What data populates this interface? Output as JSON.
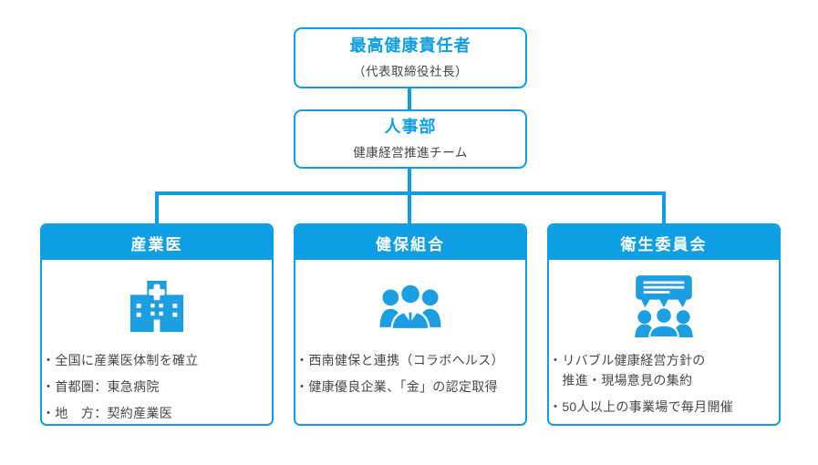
{
  "palette": {
    "accent_blue": "#0d9ee4",
    "icon_blue": "#1b9fe2",
    "body_text": "#474747",
    "background": "#ffffff"
  },
  "ui": {
    "bullet_char": "・"
  },
  "org": {
    "top": {
      "title": "最高健康責任者",
      "subtitle": "（代表取締役社長）"
    },
    "middle": {
      "title": "人事部",
      "subtitle": "健康経営推進チーム"
    },
    "branches": [
      {
        "header": "産業医",
        "icon": "hospital-icon",
        "bullets": [
          [
            "全国に産業医体制を確立"
          ],
          [
            "首都圏：東急病院"
          ],
          [
            "地　方：契約産業医"
          ]
        ]
      },
      {
        "header": "健保組合",
        "icon": "business-people-icon",
        "bullets": [
          [
            "西南健保と連携（コラボヘルス）"
          ],
          [
            "健康優良企業、「金」の認定取得"
          ]
        ]
      },
      {
        "header": "衛生委員会",
        "icon": "meeting-discussion-icon",
        "bullets": [
          [
            "リバブル健康経営方針の",
            "推進・現場意見の集約"
          ],
          [
            "50人以上の事業場で毎月開催"
          ]
        ]
      }
    ]
  }
}
